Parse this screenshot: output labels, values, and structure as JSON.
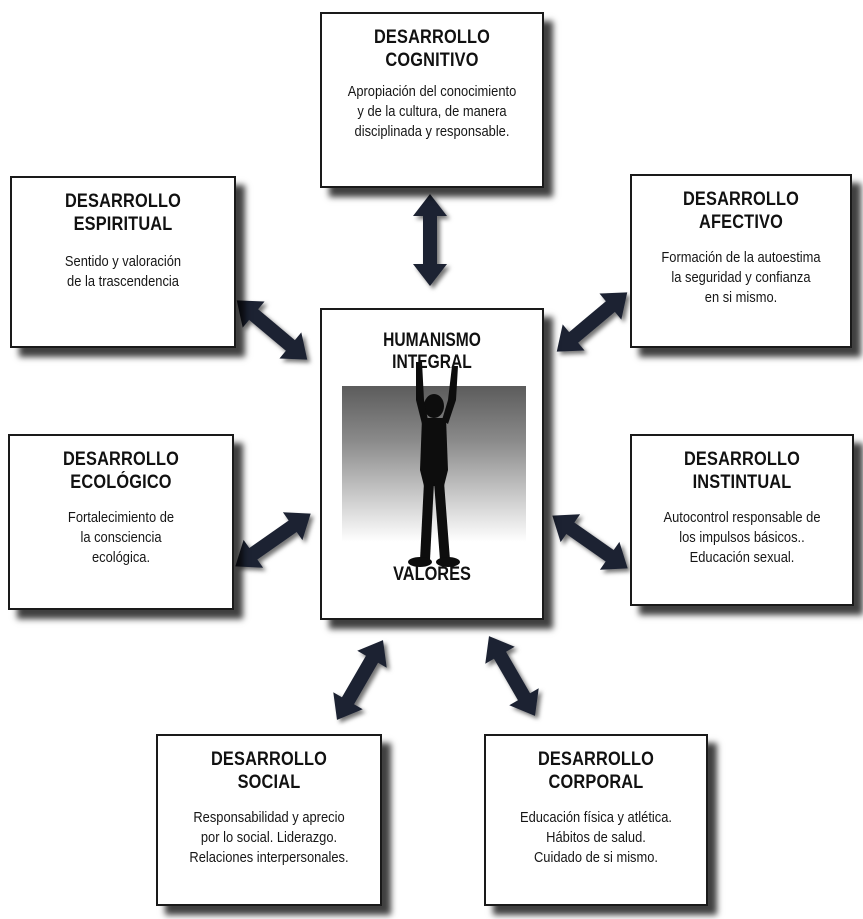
{
  "center": {
    "title": "HUMANISMO INTEGRAL",
    "bottom": "VALORES"
  },
  "boxes": {
    "cognitivo": {
      "title1": "DESARROLLO",
      "title2": "COGNITIVO",
      "lines": [
        "Apropiación del conocimiento",
        "y de la cultura,  de manera",
        "disciplinada y responsable."
      ]
    },
    "espiritual": {
      "title1": "DESARROLLO",
      "title2": "ESPIRITUAL",
      "lines": [
        "Sentido y valoración",
        "de la trascendencia"
      ]
    },
    "afectivo": {
      "title1": "DESARROLLO",
      "title2": "AFECTIVO",
      "lines": [
        "Formación de la autoestima",
        "la seguridad y confianza",
        "en si mismo."
      ]
    },
    "ecologico": {
      "title1": "DESARROLLO",
      "title2": "ECOLÓGICO",
      "lines": [
        "Fortalecimiento de",
        "la consciencia",
        "ecológica."
      ]
    },
    "instintual": {
      "title1": "DESARROLLO",
      "title2": "INSTINTUAL",
      "lines": [
        "Autocontrol responsable de",
        "los impulsos básicos..",
        "Educación sexual."
      ]
    },
    "social": {
      "title1": "DESARROLLO",
      "title2": "SOCIAL",
      "lines": [
        "Responsabilidad y aprecio",
        "por lo social. Liderazgo.",
        "Relaciones interpersonales."
      ]
    },
    "corporal": {
      "title1": "DESARROLLO",
      "title2": "CORPORAL",
      "lines": [
        "Educación física y atlética.",
        "Hábitos de salud.",
        "Cuidado de  si mismo."
      ]
    }
  },
  "colors": {
    "arrow": "#1c2233",
    "border": "#1a1a1a",
    "shadow": "#000000"
  },
  "icons": {
    "figure": "person-arms-raised-silhouette",
    "connector": "double-headed-arrow"
  }
}
